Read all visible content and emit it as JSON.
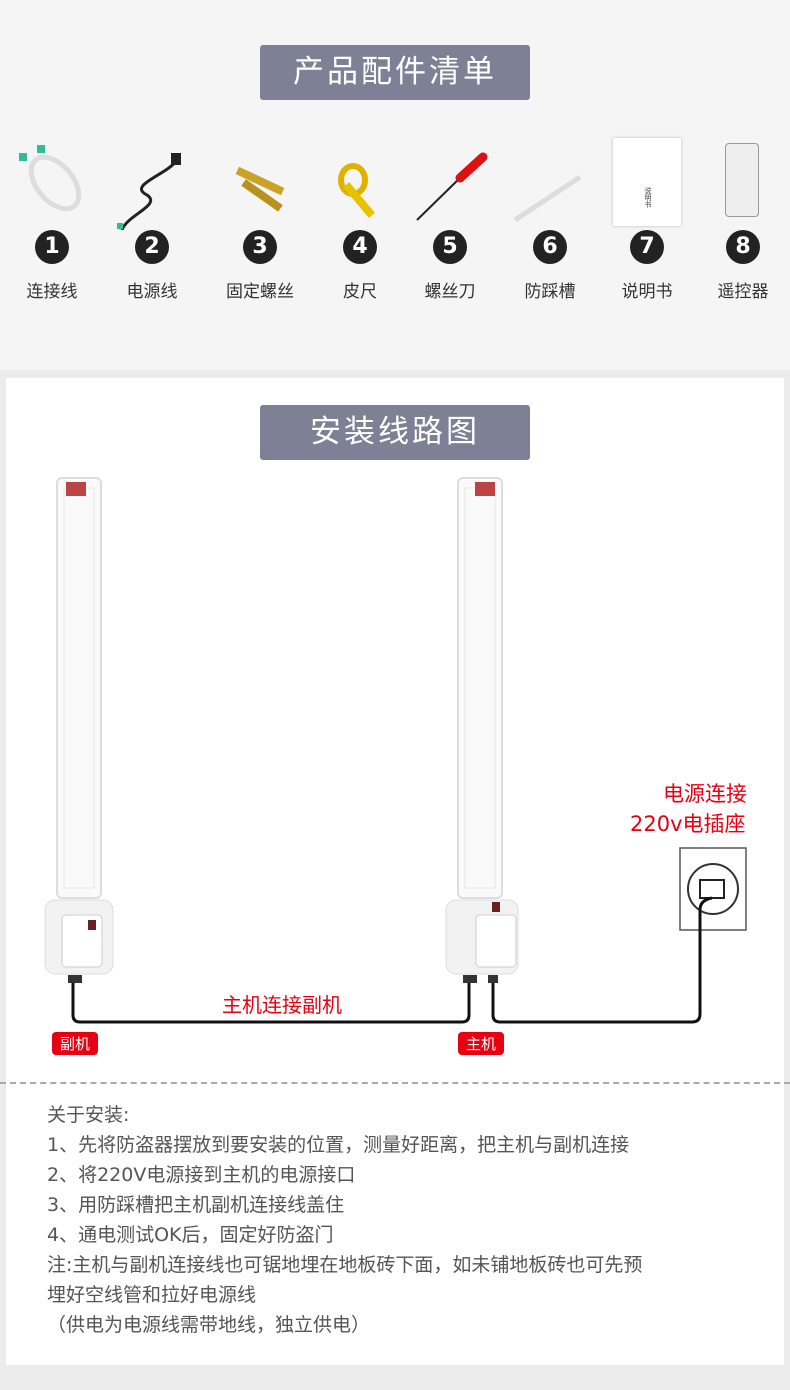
{
  "accessories": {
    "title": "产品配件清单",
    "items": [
      {
        "num": "1",
        "label": "连接线"
      },
      {
        "num": "2",
        "label": "电源线"
      },
      {
        "num": "3",
        "label": "固定螺丝"
      },
      {
        "num": "4",
        "label": "皮尺"
      },
      {
        "num": "5",
        "label": "螺丝刀"
      },
      {
        "num": "6",
        "label": "防踩槽"
      },
      {
        "num": "7",
        "label": "说明书"
      },
      {
        "num": "8",
        "label": "遥控器"
      }
    ],
    "manual_text": "说明书"
  },
  "wiring": {
    "title": "安装线路图",
    "power_label_1": "电源连接",
    "power_label_2": "220v电插座",
    "link_label": "主机连接副机",
    "slave_tag": "副机",
    "master_tag": "主机",
    "accent": "#e60012"
  },
  "notes": {
    "lines": [
      "关于安装:",
      "1、先将防盗器摆放到要安装的位置，测量好距离，把主机与副机连接",
      "2、将220V电源接到主机的电源接口",
      "3、用防踩槽把主机副机连接线盖住",
      "4、通电测试OK后，固定好防盗门",
      "注:主机与副机连接线也可锯地埋在地板砖下面，如未铺地板砖也可先预",
      "埋好空线管和拉好电源线",
      "（供电为电源线需带地线，独立供电）"
    ]
  }
}
